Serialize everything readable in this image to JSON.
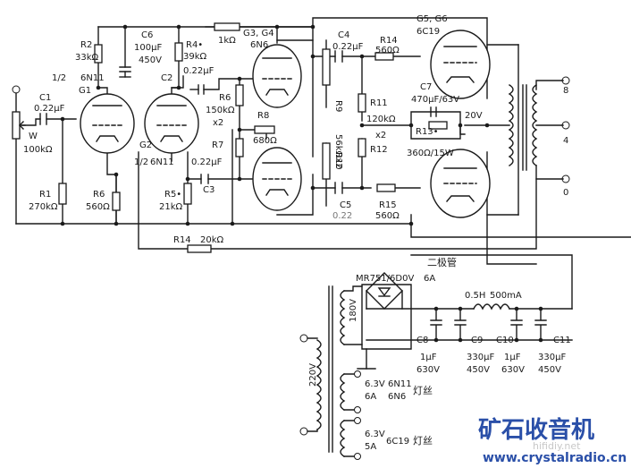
{
  "labels": {
    "r2": "R2",
    "r2_val": "33kΩ",
    "c6": "C6",
    "c6_val1": "100μF",
    "c6_val2": "450V",
    "r4": "R4•",
    "r4_val": "39kΩ",
    "r_1k": "1kΩ",
    "g34": "G3, G4",
    "g34_type": "6N6",
    "c4": "C4",
    "c4_val": "0.22μF",
    "r14_top": "R14",
    "r14_top_val": "560Ω",
    "g56": "G5, G6",
    "g56_type": "6C19",
    "half1": "1/2",
    "g1_type": "6N11",
    "g1": "G1",
    "c2": "C2",
    "c2_val": "0.22μF",
    "c1": "C1",
    "c1_val": "0.22μF",
    "w": "W",
    "w_val": "100kΩ",
    "r6a": "R6",
    "r6a_val": "150kΩ",
    "r6a_x": "x2",
    "r8": "R8",
    "r8_val": "680Ω",
    "r9": "R9",
    "r10": "R10",
    "r910_val": "56kΩx2",
    "r11": "R11",
    "r11_val": "120kΩ",
    "x2b": "x2",
    "c7": "C7",
    "c7_val": "470μF/63V",
    "r13": "R13•",
    "r13_val": "360Ω/15W",
    "r12": "R12",
    "v20": "20V",
    "tap8": "8",
    "tap4": "4",
    "tap0": "0",
    "g2": "G2",
    "half2": "1/2",
    "g2_type": "6N11",
    "r7": "R7",
    "c3_val": "0.22μF",
    "c3": "C3",
    "r1": "R1",
    "r1_val": "270kΩ",
    "r6b": "R6",
    "r6b_val": "560Ω",
    "r5": "R5•",
    "r5_val": "21kΩ",
    "c5": "C5",
    "c5_val": "0.22",
    "r15": "R15",
    "r15_val": "560Ω",
    "r14": "R14",
    "r14_val": "20kΩ",
    "diode": "二极管",
    "bridge": "MR751/6D0V",
    "bridge_a": "6A",
    "choke": "0.5H",
    "choke_a": "500mA",
    "v180": "180V",
    "c8": "C8",
    "c8_v": "1μF",
    "c8_w": "630V",
    "c9": "C9",
    "c9_v": "330μF",
    "c9_w": "450V",
    "c10": "C10",
    "c10_v": "1μF",
    "c10_w": "630V",
    "c11": "C11",
    "c11_v": "330μF",
    "c11_w": "450V",
    "v220": "220V",
    "f1_v": "6.3V",
    "f1_a": "6A",
    "f1_t1": "6N11",
    "f1_t2": "6N6",
    "f1_cn": "灯丝",
    "f2_v": "6.3V",
    "f2_a": "5A",
    "f2_t": "6C19",
    "f2_cn": "灯丝"
  },
  "brand": {
    "name": "矿石收音机",
    "url": "www.crystalradio.cn",
    "watermark": "hifidiy.net"
  }
}
